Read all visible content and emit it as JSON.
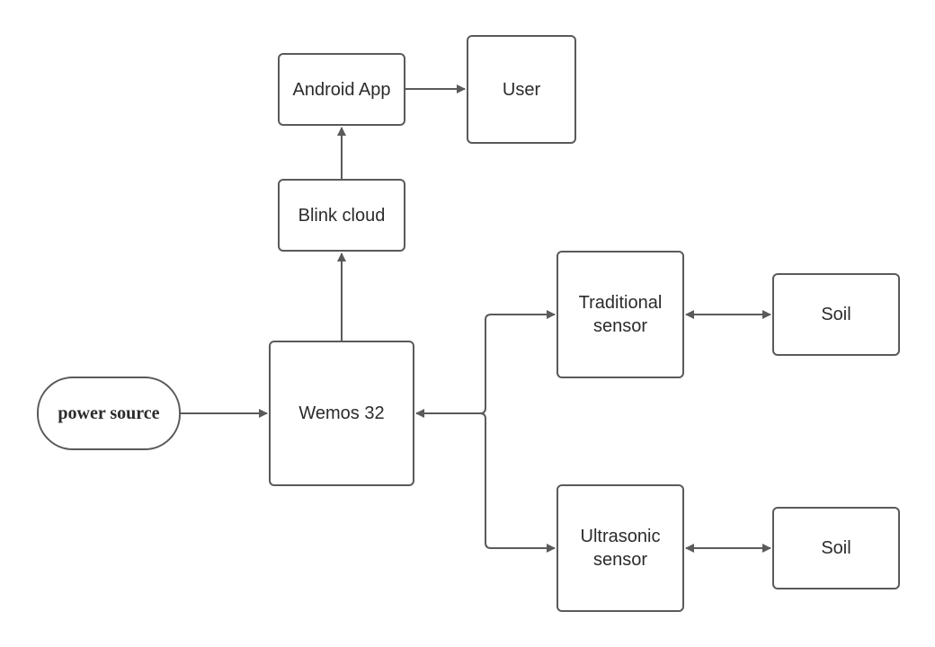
{
  "diagram": {
    "nodes": {
      "android_app": "Android App",
      "user": "User",
      "blink_cloud": "Blink cloud",
      "wemos": "Wemos 32",
      "power_source": "power source",
      "traditional_sensor": "Traditional\nsensor",
      "soil_1": "Soil",
      "ultrasonic_sensor": "Ultrasonic\nsensor",
      "soil_2": "Soil"
    },
    "colors": {
      "stroke": "#5a5a5a",
      "text": "#2b2b2b",
      "background": "#ffffff"
    }
  }
}
